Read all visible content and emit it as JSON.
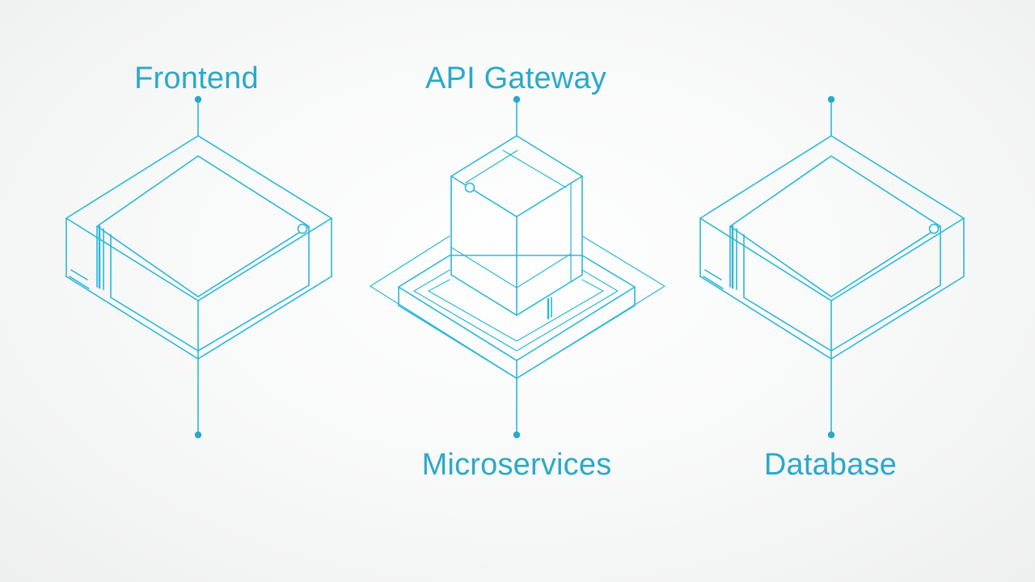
{
  "diagram": {
    "accent_color": "#2ab8d8",
    "label_color": "#2aa9c9",
    "nodes": [
      {
        "id": "frontend",
        "label": "Frontend",
        "label_position": "top"
      },
      {
        "id": "api-gateway",
        "label": "API Gateway",
        "label_position": "top"
      },
      {
        "id": "microservices",
        "label": "Microservices",
        "label_position": "bottom"
      },
      {
        "id": "database",
        "label": "Database",
        "label_position": "bottom"
      }
    ]
  }
}
